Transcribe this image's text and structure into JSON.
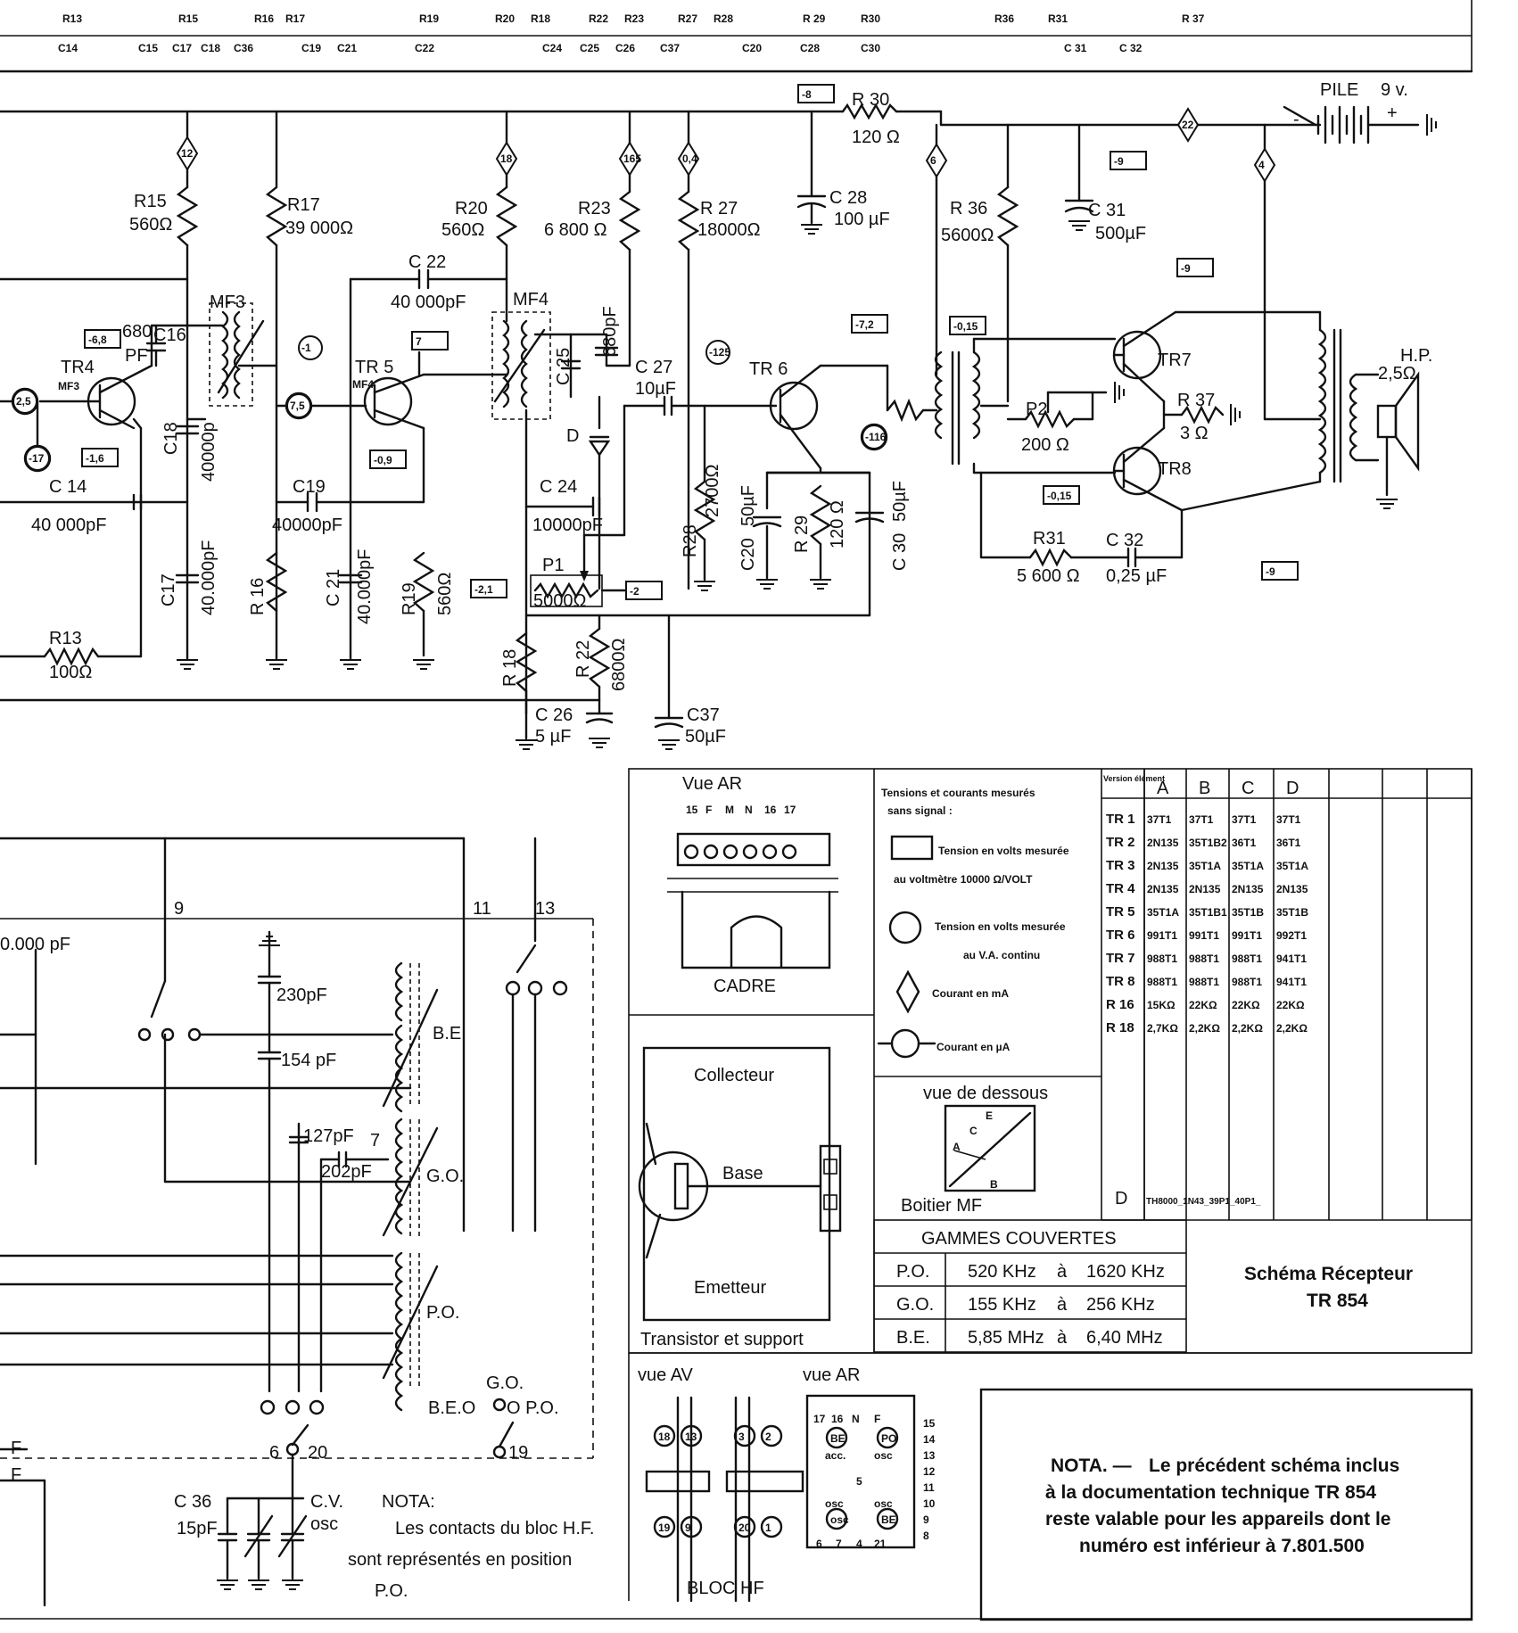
{
  "header": {
    "resistors": [
      "R13",
      "R15",
      "R16",
      "R17",
      "R19",
      "R20",
      "R18",
      "R22",
      "R23",
      "R27",
      "R28",
      "R 29",
      "R30",
      "R36",
      "R31",
      "R 37"
    ],
    "capacitors": [
      "C14",
      "C15",
      "C17",
      "C18",
      "C36",
      "C19",
      "C21",
      "C22",
      "C24",
      "C25",
      "C26",
      "C37",
      "C20",
      "C28",
      "C30",
      "C 31",
      "C 32"
    ]
  },
  "components": {
    "r30": {
      "name": "R 30",
      "value": "120 Ω"
    },
    "pile": {
      "name": "PILE",
      "value": "9 v.",
      "minus": "-",
      "plus": "+"
    },
    "r15": {
      "name": "R15",
      "value": "560Ω"
    },
    "r17": {
      "name": "R17",
      "value": "39 000Ω"
    },
    "r20": {
      "name": "R20",
      "value": "560Ω"
    },
    "r23": {
      "name": "R23",
      "value": "6 800 Ω"
    },
    "r27": {
      "name": "R 27",
      "value": "18000Ω"
    },
    "c28": {
      "name": "C 28",
      "value": "100 µF"
    },
    "r36": {
      "name": "R 36",
      "value": "5600Ω"
    },
    "c31": {
      "name": "C 31",
      "value": "500µF"
    },
    "c22": {
      "name": "C 22",
      "value": "40 000pF"
    },
    "mf3": "MF3",
    "mf4": "MF4",
    "c16": {
      "name": "C16",
      "value": "680",
      "unit": "PF"
    },
    "tr4": {
      "name": "TR4",
      "sub": "MF3"
    },
    "tr5": {
      "name": "TR 5",
      "sub": "MF4"
    },
    "tr6": "TR 6",
    "tr7": "TR7",
    "tr8": "TR8",
    "c25": {
      "name": "C 25",
      "value": "680pF"
    },
    "c27": {
      "name": "C 27",
      "value": "10µF"
    },
    "diode": "D",
    "hp": {
      "name": "H.P.",
      "value": "2,5Ω"
    },
    "r37": {
      "name": "R 37",
      "value": "3 Ω"
    },
    "p2": {
      "name": "P2",
      "value": "200 Ω"
    },
    "c18": {
      "name": "C18",
      "value": "40000p"
    },
    "c14": {
      "name": "C 14",
      "value": "40 000pF"
    },
    "c19": {
      "name": "C19",
      "value": "40000pF"
    },
    "c24": {
      "name": "C 24",
      "value": "10000pF"
    },
    "p1": {
      "name": "P1",
      "value": "5000Ω"
    },
    "r28": {
      "name": "R28",
      "value": "2700Ω"
    },
    "c20": {
      "name": "C20",
      "value": "50µF"
    },
    "r29": {
      "name": "R 29",
      "value": "120 Ω"
    },
    "c30": {
      "name": "C 30",
      "value": "50µF"
    },
    "r31": {
      "name": "R31",
      "value": "5 600 Ω"
    },
    "c32": {
      "name": "C 32",
      "value": "0,25 µF"
    },
    "c17": {
      "name": "C17",
      "value": "40.000pF"
    },
    "r16": "R 16",
    "c21": {
      "name": "C 21",
      "value": "40.000pF"
    },
    "r19": {
      "name": "R19",
      "value": "560Ω"
    },
    "r13": {
      "name": "R13",
      "value": "100Ω"
    },
    "r18": "R 18",
    "r22": {
      "name": "R 22",
      "value": "6800Ω"
    },
    "c26": {
      "name": "C 26",
      "value": "5 µF"
    },
    "c37": {
      "name": "C37",
      "value": "50µF"
    }
  },
  "markers": {
    "squares": [
      "-8",
      "-9",
      "-6,8",
      "7",
      "-1,6",
      "-0,9",
      "-7,2",
      "-0,15",
      "-9",
      "-2,1",
      "-2",
      "-0,15",
      "-9"
    ],
    "circles": [
      "2,5",
      "-1",
      "7,5",
      "-17",
      "-125",
      "-116"
    ],
    "diamonds": [
      "12",
      "18",
      "165",
      "0,4",
      "6",
      "22",
      "4"
    ]
  },
  "lower_left": {
    "cap1": "0.000 pF",
    "c230": "230pF",
    "c154": "154 pF",
    "c127": "127pF",
    "c202": "202pF",
    "be": "B.E.",
    "go": "G.O.",
    "po": "P.O.",
    "n9": "9",
    "n11": "11",
    "n13": "13",
    "n7": "7",
    "n6": "6",
    "n20": "20",
    "n19": "19",
    "sw_be": "B.E.O",
    "sw_go": "G.O.",
    "sw_po": "O P.O.",
    "f1": "F",
    "f2": "F",
    "c36": {
      "name": "C 36",
      "value": "15pF"
    },
    "cv": {
      "name": "C.V.",
      "sub": "osc"
    },
    "nota_title": "NOTA:",
    "nota_lines": [
      "Les contacts du bloc H.F.",
      "sont représentés en position",
      "P.O."
    ]
  },
  "vue_ar": {
    "title": "Vue AR",
    "pins": [
      "15",
      "F",
      "M",
      "N",
      "16",
      "17"
    ],
    "cadre": "CADRE"
  },
  "transistor": {
    "collecteur": "Collecteur",
    "base": "Base",
    "emetteur": "Emetteur",
    "caption": "Transistor et support"
  },
  "legend": {
    "title1": "Tensions et courants mesurés",
    "title2": "sans signal :",
    "l1": "Tension en volts mesurée",
    "l1b": "au voltmètre 10000 Ω/VOLT",
    "l2": "Tension en volts mesurée",
    "l2b": "au V.A. continu",
    "l3": "Courant en mA",
    "l4": "Courant en µA"
  },
  "boitier": {
    "title": "vue de dessous",
    "caption": "Boitier MF",
    "letters": [
      "A",
      "C",
      "E",
      "B"
    ]
  },
  "version_table": {
    "corner": "Version élément",
    "columns": [
      "A",
      "B",
      "C",
      "D"
    ],
    "rows": [
      {
        "el": "TR 1",
        "v": [
          "37T1",
          "37T1",
          "37T1",
          "37T1"
        ]
      },
      {
        "el": "TR 2",
        "v": [
          "2N135",
          "35T1B2",
          "36T1",
          "36T1"
        ]
      },
      {
        "el": "TR 3",
        "v": [
          "2N135",
          "35T1A",
          "35T1A",
          "35T1A"
        ]
      },
      {
        "el": "TR 4",
        "v": [
          "2N135",
          "2N135",
          "2N135",
          "2N135"
        ]
      },
      {
        "el": "TR 5",
        "v": [
          "35T1A",
          "35T1B1",
          "35T1B",
          "35T1B"
        ]
      },
      {
        "el": "TR 6",
        "v": [
          "991T1",
          "991T1",
          "991T1",
          "992T1"
        ]
      },
      {
        "el": "TR 7",
        "v": [
          "988T1",
          "988T1",
          "988T1",
          "941T1"
        ]
      },
      {
        "el": "TR 8",
        "v": [
          "988T1",
          "988T1",
          "988T1",
          "941T1"
        ]
      },
      {
        "el": "R 16",
        "v": [
          "15KΩ",
          "22KΩ",
          "22KΩ",
          "22KΩ"
        ]
      },
      {
        "el": "R 18",
        "v": [
          "2,7KΩ",
          "2,2KΩ",
          "2,2KΩ",
          "2,2KΩ"
        ]
      }
    ],
    "d_label": "D",
    "d_note": "TH8000_1N43_39P1_40P1_"
  },
  "gammes": {
    "title": "GAMMES COUVERTES",
    "rows": [
      {
        "band": "P.O.",
        "from": "520 KHz",
        "a": "à",
        "to": "1620 KHz"
      },
      {
        "band": "G.O.",
        "from": "155 KHz",
        "a": "à",
        "to": "256 KHz"
      },
      {
        "band": "B.E.",
        "from": "5,85 MHz",
        "a": "à",
        "to": "6,40 MHz"
      }
    ]
  },
  "schema_title": {
    "line1": "Schéma Récepteur",
    "line2": "TR 854"
  },
  "bloc_hf": {
    "vue_av": "vue AV",
    "vue_ar": "vue AR",
    "caption": "BLOC HF",
    "pins_left": [
      "18",
      "13",
      "19",
      "9"
    ],
    "pins_mid": [
      "3",
      "2",
      "20",
      "1"
    ],
    "top_labels": [
      "17",
      "16",
      "N",
      "F"
    ],
    "be": "BE",
    "po": "PO",
    "osc": "osc",
    "acc": "acc.",
    "five": "5",
    "bottom_labels": [
      "6",
      "7",
      "4",
      "21"
    ],
    "side_nums": [
      "15",
      "14",
      "13",
      "12",
      "11",
      "10",
      "9",
      "8"
    ]
  },
  "nota": {
    "lead": "NOTA. —",
    "lines": [
      "Le précédent schéma inclus",
      "à la documentation technique TR 854",
      "reste valable pour les appareils dont le",
      "numéro est inférieur à 7.801.500"
    ]
  }
}
